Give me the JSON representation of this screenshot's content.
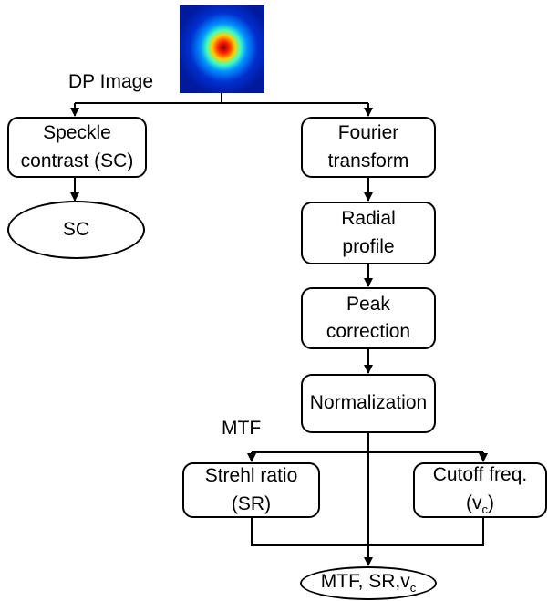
{
  "input_label": "DP Image",
  "nodes": {
    "speckle": {
      "line1": "Speckle",
      "line2": "contrast (SC)"
    },
    "sc_output": "SC",
    "fourier": {
      "line1": "Fourier",
      "line2": "transform"
    },
    "radial": {
      "line1": "Radial",
      "line2": "profile"
    },
    "peak": {
      "line1": "Peak",
      "line2": "correction"
    },
    "normalization": "Normalization",
    "strehl": {
      "line1": "Strehl ratio",
      "line2": "(SR)"
    },
    "cutoff": {
      "line1": "Cutoff freq.",
      "line2_main": "(v",
      "line2_sub": "c",
      "line2_end": ")"
    },
    "final": {
      "main": "MTF, SR,v",
      "sub": "c"
    }
  },
  "mtf_label": "MTF",
  "colors": {
    "stroke": "#000000",
    "box_fill": "#ffffff"
  }
}
